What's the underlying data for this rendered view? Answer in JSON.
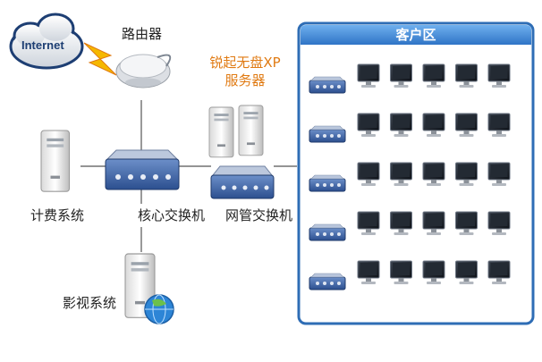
{
  "internet": {
    "label": "Internet"
  },
  "router": {
    "label": "路由器"
  },
  "server": {
    "label_line1": "锐起无盘XP",
    "label_line2": "服务器"
  },
  "core_switch": {
    "label": "核心交换机"
  },
  "net_switch": {
    "label": "网管交换机"
  },
  "billing": {
    "label": "计费系统"
  },
  "video": {
    "label": "影视系统"
  },
  "client_area": {
    "title": "客户区",
    "rows": 5,
    "monitors_per_row": 5
  },
  "colors": {
    "client_header": "#3f86d4",
    "client_border": "#2e6db5",
    "server_label": "#e07a12"
  }
}
